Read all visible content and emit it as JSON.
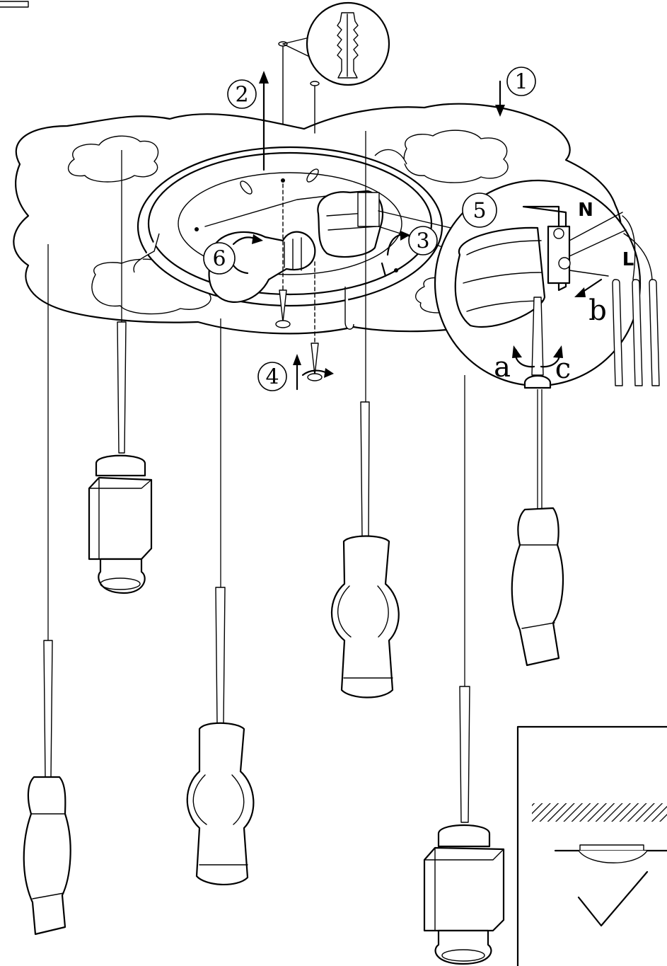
{
  "steps": {
    "s1": "1",
    "s2": "2",
    "s3": "3",
    "s4": "4",
    "s5": "5",
    "s6": "6"
  },
  "detail_letters": {
    "a": "a",
    "b": "b",
    "c": "c"
  },
  "wire_labels": {
    "neutral": "N",
    "live": "L"
  },
  "icons": {
    "wall_plug": "wall-plug-icon",
    "correct_mount": "checkmark-icon",
    "ceiling": "ceiling-hatch-icon"
  },
  "colors": {
    "line": "#000000",
    "background": "#ffffff"
  }
}
